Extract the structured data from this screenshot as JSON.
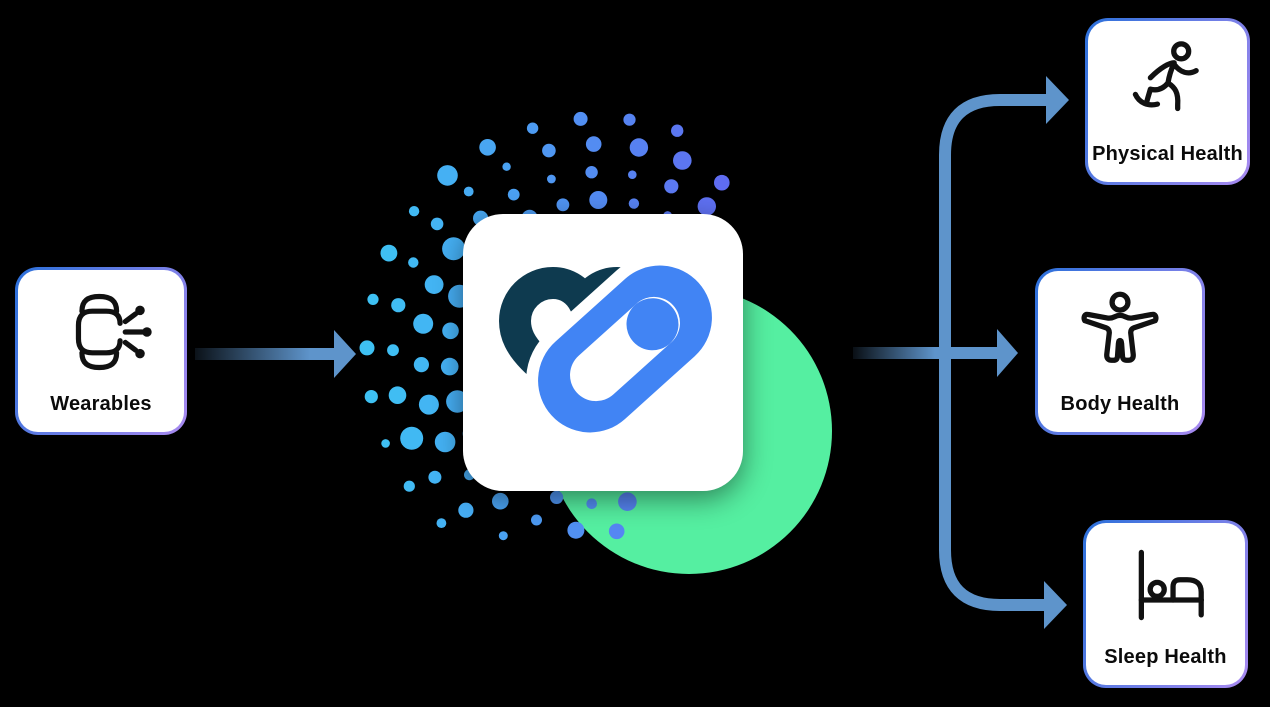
{
  "diagram": {
    "source": {
      "label": "Wearables",
      "icon": "smartwatch-data-icon"
    },
    "hub": {
      "icon": "heart-toggle-logo-icon"
    },
    "outputs": [
      {
        "label": "Physical Health",
        "icon": "runner-icon"
      },
      {
        "label": "Body Health",
        "icon": "standing-person-icon"
      },
      {
        "label": "Sleep Health",
        "icon": "bed-icon"
      }
    ]
  },
  "colors": {
    "background": "#000000",
    "node_bg": "#FFFFFF",
    "border_blue": "#2B70DA",
    "border_purple": "#A98AF0",
    "label": "#0B0B0B",
    "icon": "#111111",
    "arrow": "#5E94CB",
    "green_circle": "#55EFA1",
    "logo_navy": "#0E3A4F",
    "logo_blue": "#4184F4",
    "dot_cyan": "#3EC1F3",
    "dot_violet": "#6D4AF0"
  }
}
